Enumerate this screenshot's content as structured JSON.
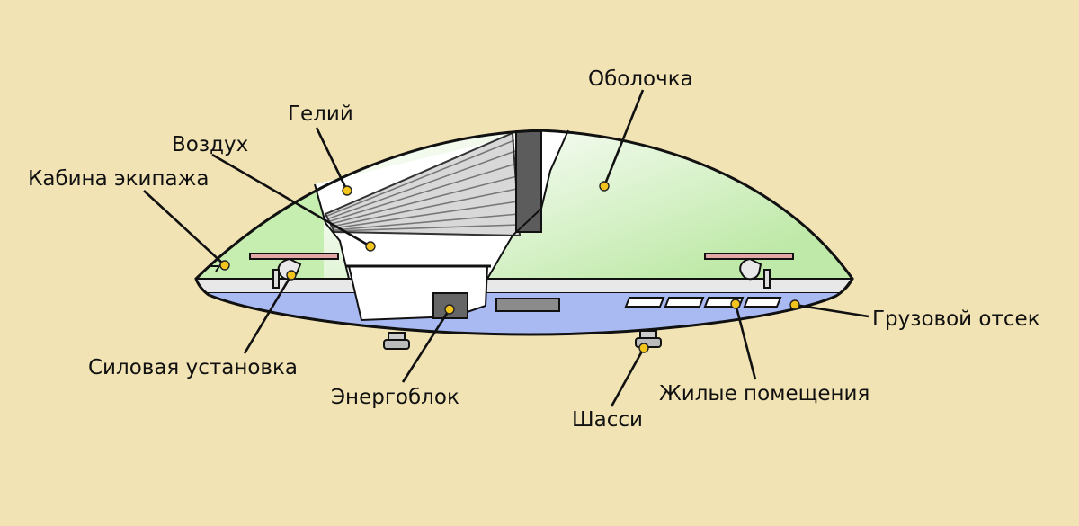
{
  "labels": {
    "envelope": "Оболочка",
    "helium": "Гелий",
    "air": "Воздух",
    "crew_cabin": "Кабина экипажа",
    "power_plant": "Силовая установка",
    "power_unit": "Энергоблок",
    "landing_gear": "Шасси",
    "living_quarters": "Жилые помещения",
    "cargo_hold": "Грузовой отсек"
  },
  "colors": {
    "background": "#f1e3b3",
    "envelope_green": "#c6eeb0",
    "lower_hull_blue": "#a9b9f1",
    "marker": "#f3c51c",
    "outline": "#111111"
  }
}
